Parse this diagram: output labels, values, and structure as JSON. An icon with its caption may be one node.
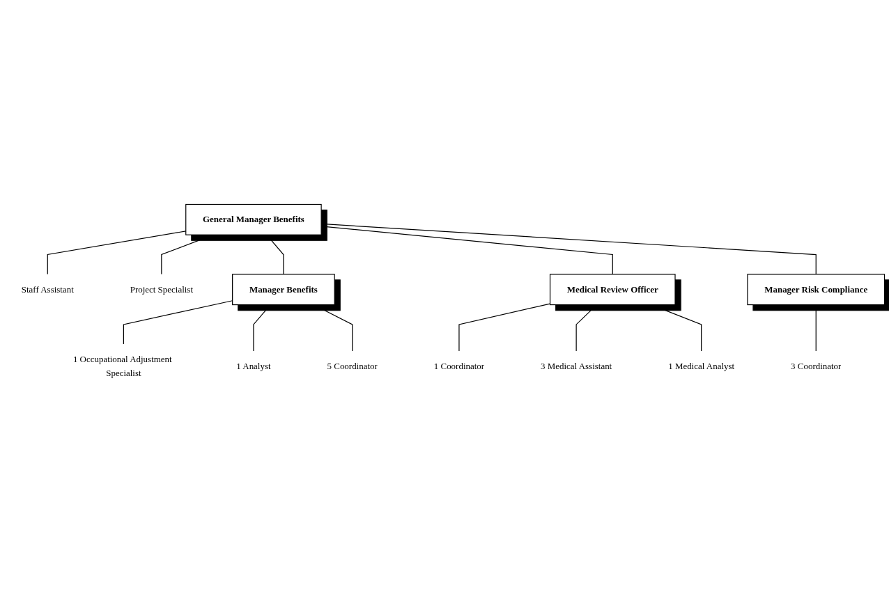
{
  "diagram": {
    "nodes": [
      {
        "text": [
          "General Manager Benefits"
        ]
      },
      {
        "text": [
          "Staff Assistant"
        ]
      },
      {
        "text": [
          "Project Specialist"
        ]
      },
      {
        "text": [
          "Manager Benefits"
        ]
      },
      {
        "text": [
          "Medical Review Officer"
        ]
      },
      {
        "text": [
          "Manager Risk Compliance"
        ]
      },
      {
        "text": [
          "1 Occupational Adjustment Specialist"
        ]
      },
      {
        "text": [
          "1 Analyst"
        ]
      },
      {
        "text": [
          "5 Coordinator"
        ]
      },
      {
        "text": [
          "1 Coordinator"
        ]
      },
      {
        "text": [
          "3 Medical Assistant"
        ]
      },
      {
        "text": [
          "1 Medical Analyst"
        ]
      },
      {
        "text": [
          "3 Coordinator"
        ]
      }
    ],
    "edges": [
      {
        "from": 0,
        "to": 1,
        "arrow": "none"
      },
      {
        "from": 0,
        "to": 2,
        "arrow": "none"
      },
      {
        "from": 0,
        "to": 3,
        "arrow": "none"
      },
      {
        "from": 0,
        "to": 4,
        "arrow": "none"
      },
      {
        "from": 0,
        "to": 5,
        "arrow": "none"
      },
      {
        "from": 3,
        "to": 6,
        "arrow": "none"
      },
      {
        "from": 3,
        "to": 7,
        "arrow": "none"
      },
      {
        "from": 3,
        "to": 8,
        "arrow": "none"
      },
      {
        "from": 4,
        "to": 9,
        "arrow": "none"
      },
      {
        "from": 4,
        "to": 10,
        "arrow": "none"
      },
      {
        "from": 4,
        "to": 11,
        "arrow": "none"
      },
      {
        "from": 5,
        "to": 12,
        "arrow": "none"
      }
    ]
  }
}
